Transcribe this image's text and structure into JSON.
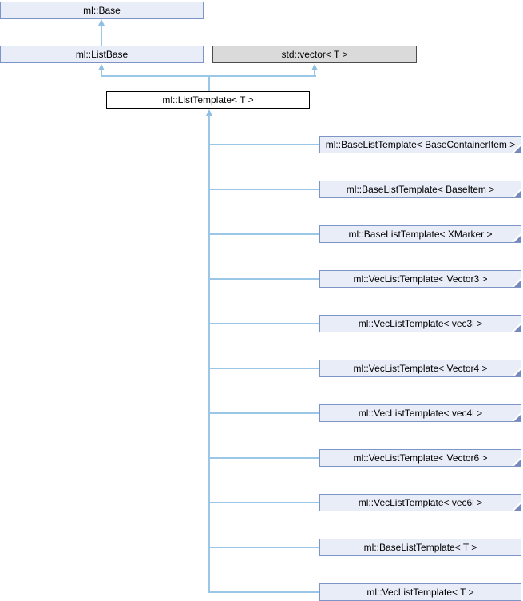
{
  "diagram": {
    "type": "class-inheritance-graph",
    "nodes": {
      "base": {
        "label": "ml::Base"
      },
      "listbase": {
        "label": "ml::ListBase"
      },
      "stdvector": {
        "label": "std::vector< T >"
      },
      "listtemplate": {
        "label": "ml::ListTemplate< T >"
      }
    },
    "derived": [
      {
        "label": "ml::BaseListTemplate< BaseContainerItem >",
        "has_children": true
      },
      {
        "label": "ml::BaseListTemplate< BaseItem >",
        "has_children": true
      },
      {
        "label": "ml::BaseListTemplate< XMarker >",
        "has_children": true
      },
      {
        "label": "ml::VecListTemplate< Vector3 >",
        "has_children": true
      },
      {
        "label": "ml::VecListTemplate< vec3i >",
        "has_children": true
      },
      {
        "label": "ml::VecListTemplate< Vector4 >",
        "has_children": true
      },
      {
        "label": "ml::VecListTemplate< vec4i >",
        "has_children": true
      },
      {
        "label": "ml::VecListTemplate< Vector6 >",
        "has_children": true
      },
      {
        "label": "ml::VecListTemplate< vec6i >",
        "has_children": true
      },
      {
        "label": "ml::BaseListTemplate< T >",
        "has_children": false
      },
      {
        "label": "ml::VecListTemplate< T >",
        "has_children": false
      }
    ],
    "colors": {
      "node_fill": "#E9EDF8",
      "node_border": "#7D94C6",
      "external_fill": "#DADADA",
      "external_border": "#4D4D4D",
      "current_fill": "#FFFFFF",
      "current_border": "#000000",
      "edge": "#9AC7E6",
      "edge_arrow": "#8FBEE2",
      "fold": "#7688BE"
    }
  }
}
